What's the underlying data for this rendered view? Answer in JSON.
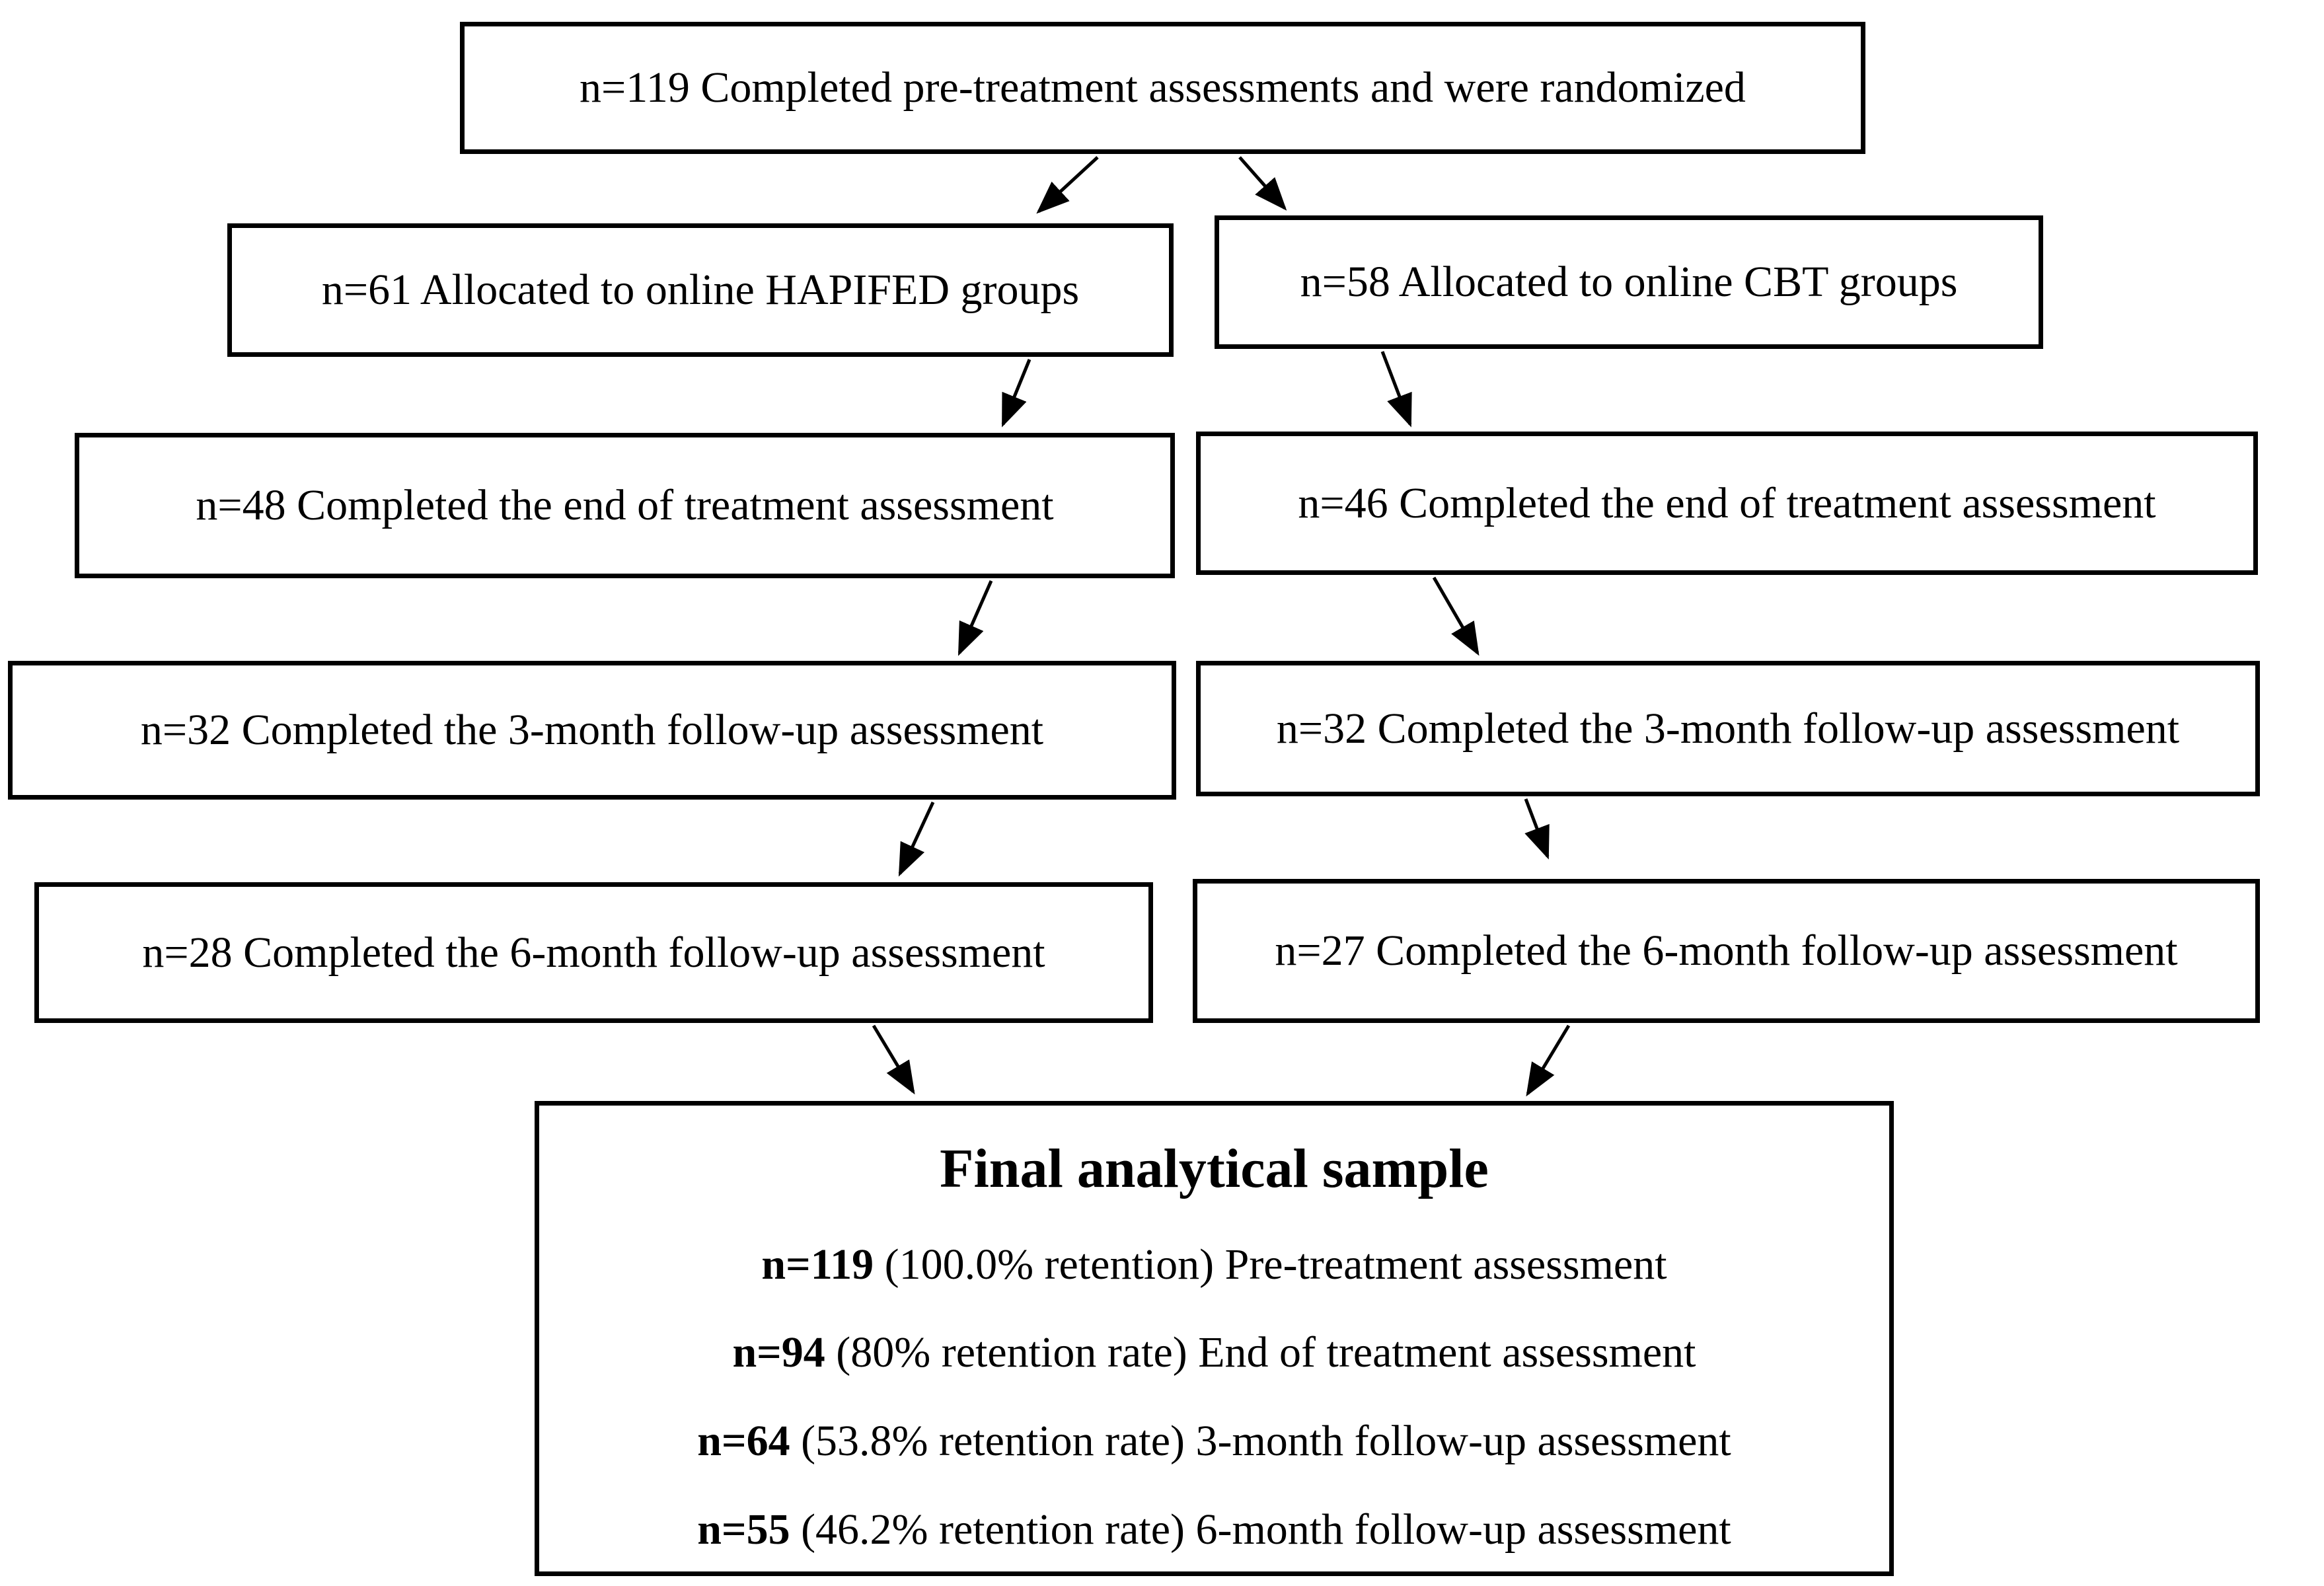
{
  "diagram": {
    "background_color": "#ffffff",
    "line_color": "#000000",
    "boxes": {
      "randomized": {
        "text": "n=119 Completed pre-treatment assessments and were randomized"
      },
      "hapifed": {
        "text": "n=61 Allocated to online HAPIFED groups"
      },
      "cbt": {
        "text": "n=58 Allocated to online CBT groups"
      },
      "eot_left": {
        "text": "n=48 Completed the end of treatment assessment"
      },
      "eot_right": {
        "text": "n=46 Completed the end of treatment assessment"
      },
      "fu3_left": {
        "text": "n=32 Completed the 3-month follow-up assessment"
      },
      "fu3_right": {
        "text": "n=32 Completed the 3-month follow-up assessment"
      },
      "fu6_left": {
        "text": "n=28 Completed the 6-month follow-up assessment"
      },
      "fu6_right": {
        "text": "n=27 Completed the 6-month follow-up assessment"
      },
      "final": {
        "title": "Final analytical sample",
        "lines": [
          {
            "n": "n=119",
            "rest": " (100.0% retention) Pre-treatment assessment"
          },
          {
            "n": "n=94",
            "rest": " (80% retention rate) End of treatment assessment"
          },
          {
            "n": "n=64",
            "rest": " (53.8% retention rate) 3-month follow-up assessment"
          },
          {
            "n": "n=55",
            "rest": " (46.2% retention rate) 6-month follow-up assessment"
          }
        ]
      }
    },
    "connections": [
      {
        "from": "randomized",
        "to": "hapifed"
      },
      {
        "from": "randomized",
        "to": "cbt"
      },
      {
        "from": "hapifed",
        "to": "eot_left"
      },
      {
        "from": "cbt",
        "to": "eot_right"
      },
      {
        "from": "eot_left",
        "to": "fu3_left"
      },
      {
        "from": "eot_right",
        "to": "fu3_right"
      },
      {
        "from": "fu3_left",
        "to": "fu6_left"
      },
      {
        "from": "fu3_right",
        "to": "fu6_right"
      },
      {
        "from": "fu6_left",
        "to": "final"
      },
      {
        "from": "fu6_right",
        "to": "final"
      }
    ]
  }
}
